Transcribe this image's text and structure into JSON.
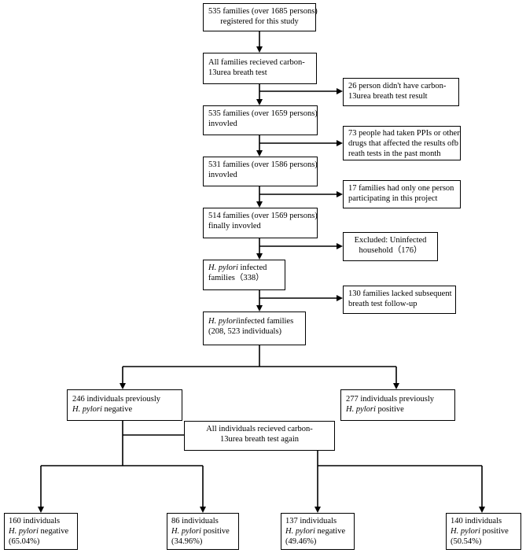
{
  "boxes": {
    "registered": [
      "535 families (over 1685 persons)",
      "registered for this study"
    ],
    "breath_test": [
      "All families recieved carbon-",
      "13urea breath test"
    ],
    "excl_no_result": [
      "26 person didn't have carbon-",
      "13urea breath test result"
    ],
    "involved_1659": [
      "535 families (over 1659 persons)",
      "invovled"
    ],
    "excl_ppi": [
      "73 people had taken PPIs or other",
      "drugs that affected the results ofb",
      "reath tests in the past month"
    ],
    "involved_1586": [
      "531 families (over 1586 persons)",
      "invovled"
    ],
    "excl_one_person": [
      "17 families had only one person",
      "participating in this project"
    ],
    "involved_1569": [
      "514 families (over 1569 persons)",
      "finally invovled"
    ],
    "excl_uninfected": [
      "Excluded: Uninfected",
      "household（176）"
    ],
    "infected_families": {
      "italic": "H. pylori",
      "rest": " infected",
      "line2": "families（338）"
    },
    "excl_followup": [
      "130 families lacked subsequent",
      "breath test follow-up"
    ],
    "infected_208": {
      "italic": "H. pylori",
      "rest": "infected families",
      "line2": "(208, 523 individuals)"
    },
    "prev_negative": {
      "line1": "246 individuals previously",
      "italic": "H. pylori",
      "rest": " negative"
    },
    "prev_positive": {
      "line1": "277 individuals previously",
      "italic": "H. pylori",
      "rest": " positive"
    },
    "retest": [
      "All individuals recieved carbon-",
      "13urea breath test again"
    ],
    "result_160": {
      "line1": "160 individuals",
      "italic": "H. pylori",
      "rest": " negative",
      "line3": "(65.04%)"
    },
    "result_86": {
      "line1": "86 individuals",
      "italic": "H. pylori",
      "rest": " positive",
      "line3": "(34.96%)"
    },
    "result_137": {
      "line1": "137 individuals",
      "italic": "H. pylori",
      "rest": " negative",
      "line3": "(49.46%)"
    },
    "result_140": {
      "line1": "140 individuals",
      "italic": "H. pylori",
      "rest": " positive",
      "line3": "(50.54%)"
    }
  }
}
